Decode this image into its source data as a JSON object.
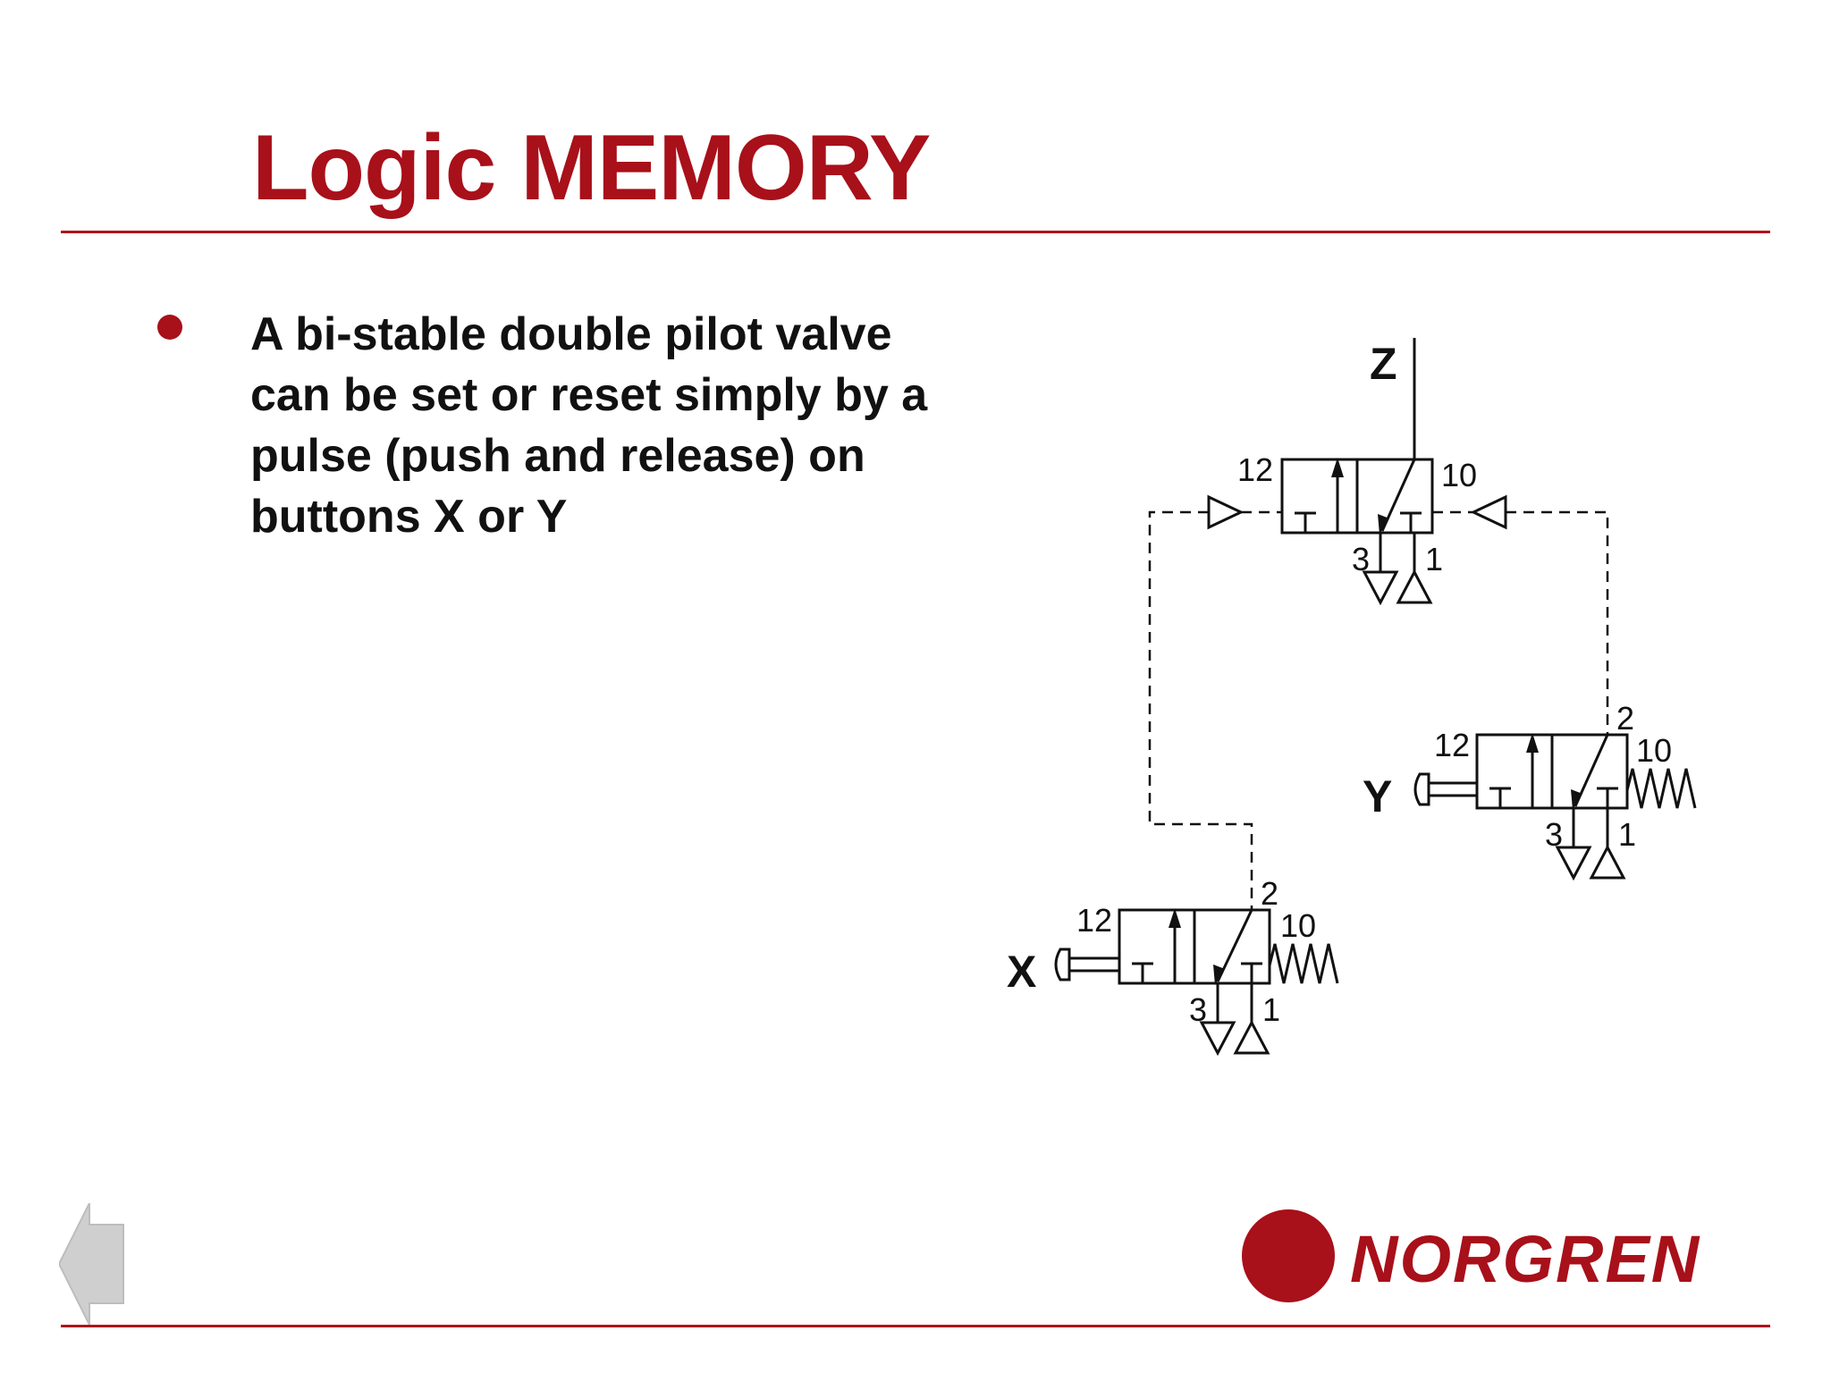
{
  "slide": {
    "title": "Logic MEMORY",
    "bullet": "A bi-stable double pilot valve can be set or reset simply by a pulse (push and release) on buttons X or Y"
  },
  "diagram": {
    "output_label": "Z",
    "button_x_label": "X",
    "button_y_label": "Y",
    "ports": {
      "pilot_12": "12",
      "pilot_10": "10",
      "exhaust_3": "3",
      "supply_1": "1",
      "output_2": "2"
    }
  },
  "footer": {
    "brand": "NORGREN",
    "brand_color": "#a8101a",
    "nav_icon": "back-arrow-icon"
  }
}
